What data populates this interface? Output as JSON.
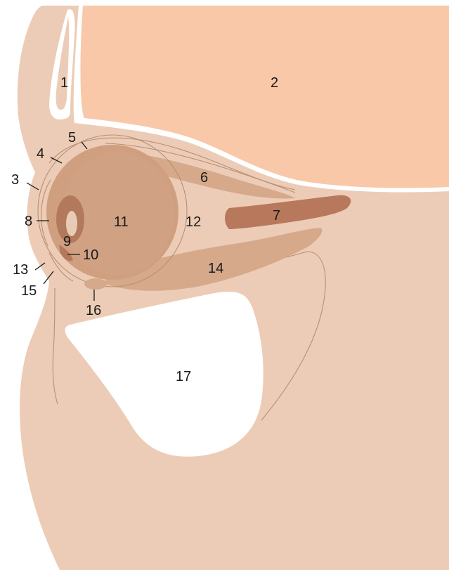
{
  "diagram": {
    "colors": {
      "skin": "#ecccb6",
      "brain": "#f8c8a8",
      "sinus_air": "#ffffff",
      "globe": "#cf9f80",
      "vitreous": "#d0a283",
      "muscle": "#d5a98a",
      "optic_nerve": "#b8785c",
      "iris": "#b3795c",
      "lens": "#e8cbb5",
      "outline": "#b98f73"
    },
    "labels": [
      {
        "id": "1",
        "text": "1"
      },
      {
        "id": "2",
        "text": "2"
      },
      {
        "id": "3",
        "text": "3"
      },
      {
        "id": "4",
        "text": "4"
      },
      {
        "id": "5",
        "text": "5"
      },
      {
        "id": "6",
        "text": "6"
      },
      {
        "id": "7",
        "text": "7"
      },
      {
        "id": "8",
        "text": "8"
      },
      {
        "id": "9",
        "text": "9"
      },
      {
        "id": "10",
        "text": "10"
      },
      {
        "id": "11",
        "text": "11"
      },
      {
        "id": "12",
        "text": "12"
      },
      {
        "id": "13",
        "text": "13"
      },
      {
        "id": "14",
        "text": "14"
      },
      {
        "id": "15",
        "text": "15"
      },
      {
        "id": "16",
        "text": "16"
      },
      {
        "id": "17",
        "text": "17"
      }
    ]
  }
}
